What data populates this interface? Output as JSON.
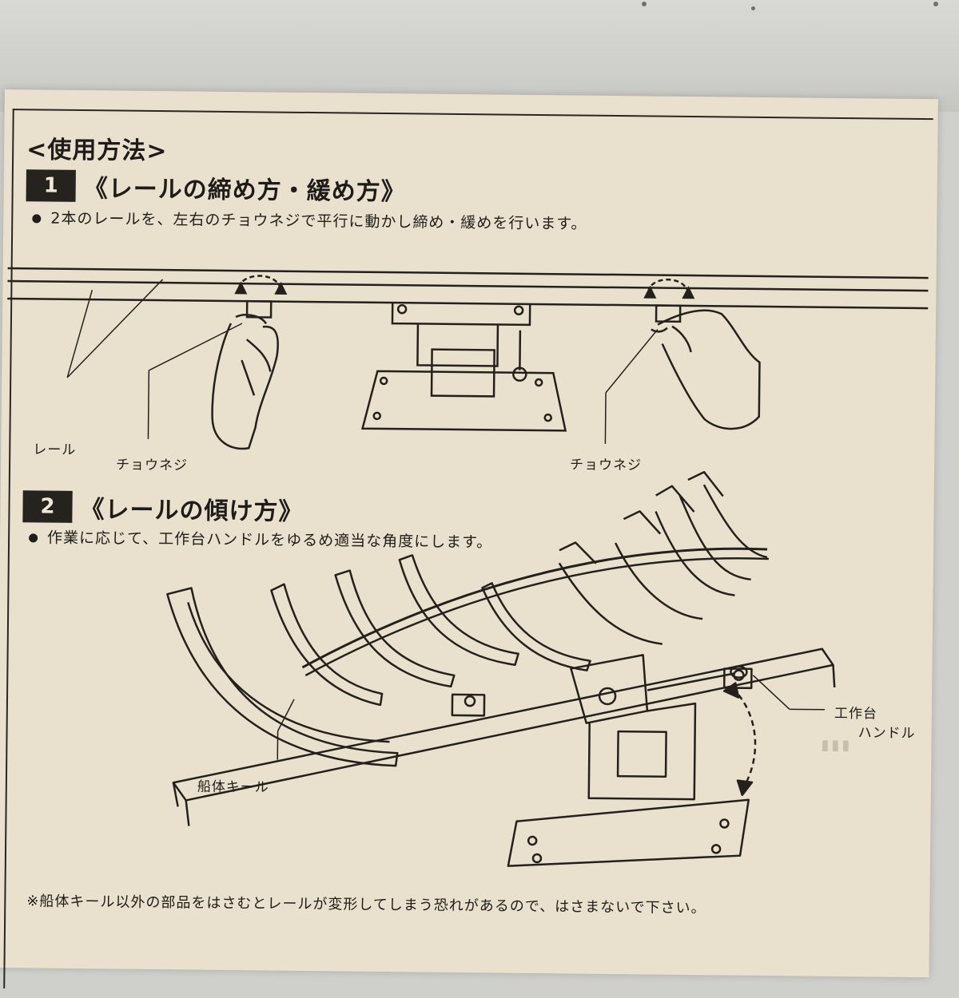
{
  "document": {
    "heading": "<使用方法>",
    "sections": [
      {
        "number": "1",
        "title": "《レールの締め方・緩め方》",
        "bullet": "2本のレールを、左右のチョウネジで平行に動かし締め・緩めを行います。",
        "labels": {
          "rail": "レール",
          "wing_screw_left": "チョウネジ",
          "wing_screw_right": "チョウネジ"
        }
      },
      {
        "number": "2",
        "title": "《レールの傾け方》",
        "bullet": "作業に応じて、工作台ハンドルをゆるめ適当な角度にします。",
        "labels": {
          "hull_keel": "船体キール",
          "handle_line1": "工作台",
          "handle_line2": "ハンドル"
        }
      }
    ],
    "footnote": "※船体キール以外の部品をはさむとレールが変形してしまう恐れがあるので、はさまないで下さい。"
  }
}
